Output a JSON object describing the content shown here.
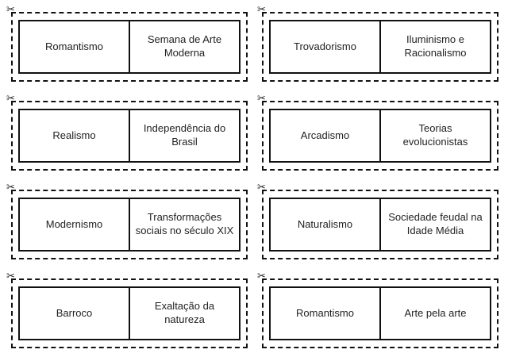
{
  "cards": [
    {
      "left": "Romantismo",
      "right": "Semana de Arte Moderna"
    },
    {
      "left": "Trovadorismo",
      "right": "Iluminismo e Racionalismo"
    },
    {
      "left": "Realismo",
      "right": "Independência do Brasil"
    },
    {
      "left": "Arcadismo",
      "right": "Teorias evolucionistas"
    },
    {
      "left": "Modernismo",
      "right": "Transformações sociais no século XIX"
    },
    {
      "left": "Naturalismo",
      "right": "Sociedade feudal na Idade Média"
    },
    {
      "left": "Barroco",
      "right": "Exaltação da natureza"
    },
    {
      "left": "Romantismo",
      "right": "Arte pela arte"
    }
  ]
}
